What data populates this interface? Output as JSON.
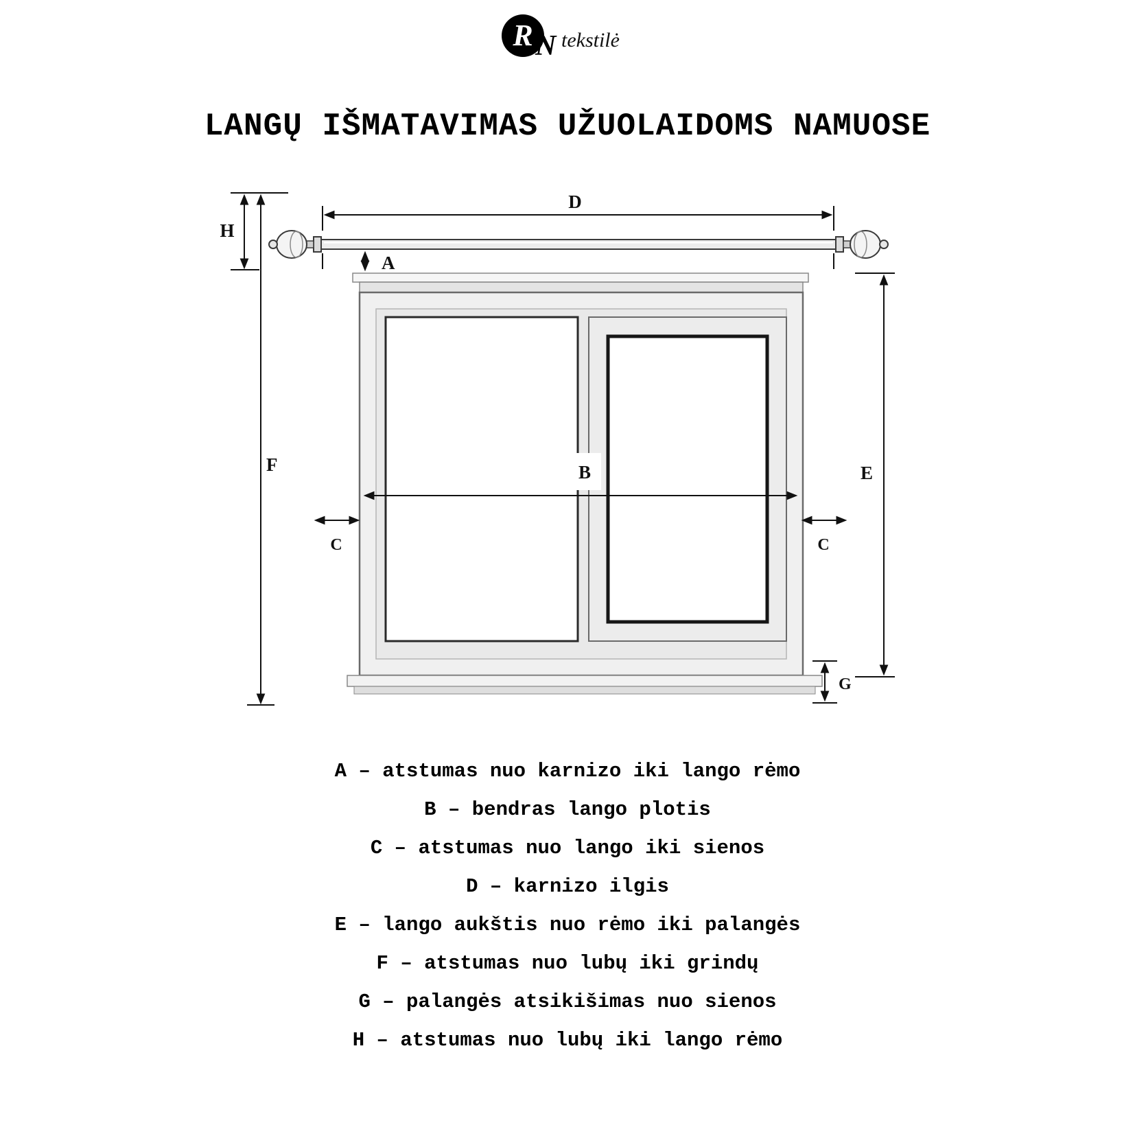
{
  "logo": {
    "mark_r": "R",
    "mark_n": "N",
    "name": "tekstilė"
  },
  "title": "LANGŲ IŠMATAVIMAS UŽUOLAIDOMS NAMUOSE",
  "diagram": {
    "labels": {
      "a": "A",
      "b": "B",
      "c": "C",
      "d": "D",
      "e": "E",
      "f": "F",
      "g": "G",
      "h": "H"
    }
  },
  "legend": {
    "items": [
      "A – atstumas nuo karnizo iki lango rėmo",
      "B – bendras lango plotis",
      "C – atstumas nuo lango iki sienos",
      "D – karnizo ilgis",
      "E – lango aukštis nuo rėmo iki palangės",
      "F – atstumas nuo lubų iki grindų",
      "G – palangės atsikišimas nuo sienos",
      "H – atstumas nuo lubų iki lango rėmo"
    ]
  }
}
